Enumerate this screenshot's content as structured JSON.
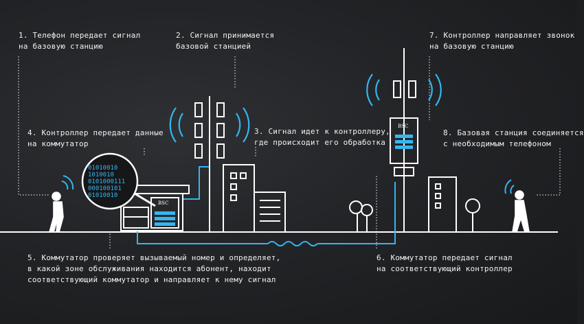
{
  "steps": [
    {
      "n": "1",
      "lines": [
        "1. Телефон передает сигнал",
        "на базовую станцию"
      ]
    },
    {
      "n": "2",
      "lines": [
        "2. Сигнал принимается",
        "базовой станцией"
      ]
    },
    {
      "n": "3",
      "lines": [
        "3. Сигнал идет к контроллеру,",
        "где происходит его обработка"
      ]
    },
    {
      "n": "4",
      "lines": [
        "4. Контроллер передает данные",
        "на коммутатор"
      ]
    },
    {
      "n": "5",
      "lines": [
        "5. Коммутатор проверяет вызываемый номер и определяет,",
        "в какой зоне обслуживания находится абонент, находит",
        "соответствующий коммутатор и направляет к нему сигнал"
      ]
    },
    {
      "n": "6",
      "lines": [
        "6. Коммутатор передает сигнал",
        "на соответствующий контроллер"
      ]
    },
    {
      "n": "7",
      "lines": [
        "7. Контроллер направляет звонок",
        "на базовую станцию"
      ]
    },
    {
      "n": "8",
      "lines": [
        "8. Базовая станция соединяется",
        "с необходимым телефоном"
      ]
    }
  ],
  "bsc_label_left": "BSC",
  "bsc_label_right": "BSC",
  "binary_lines": [
    "01010010",
    "1010010",
    "0101000111",
    "000100101",
    "01010010"
  ],
  "colors": {
    "accent": "#35b6f0",
    "line": "#ffffff",
    "bg": "#232427"
  }
}
